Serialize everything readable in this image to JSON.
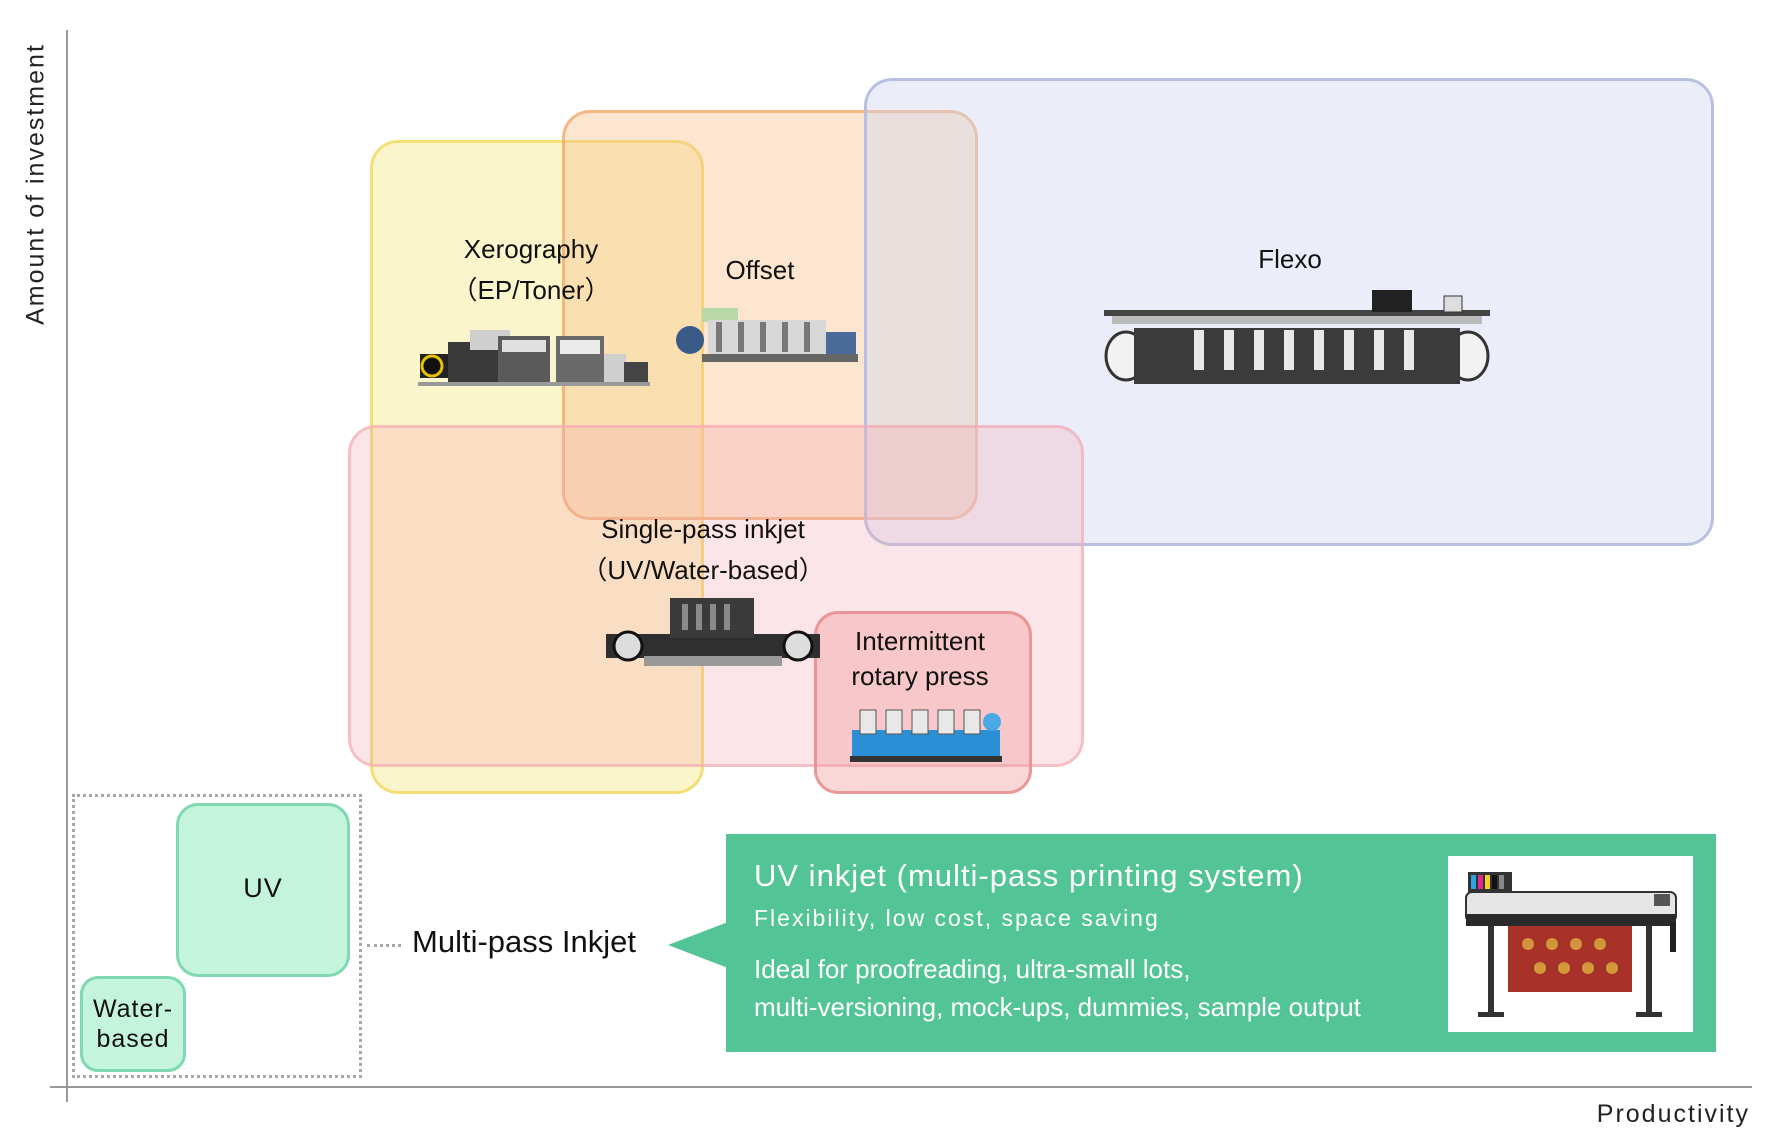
{
  "axes": {
    "y_label": "Amount of investment",
    "x_label": "Productivity"
  },
  "regions": {
    "xerography": {
      "title": "Xerography",
      "subtitle": "（EP/Toner）",
      "color": "#f4dd6e",
      "machine_icon": "digital-press-icon"
    },
    "offset": {
      "title": "Offset",
      "color": "#f0aa6e",
      "machine_icon": "offset-press-icon"
    },
    "flexo": {
      "title": "Flexo",
      "color": "#b4bee1",
      "machine_icon": "flexo-press-icon"
    },
    "single_pass": {
      "title": "Single-pass inkjet",
      "subtitle": "（UV/Water-based）",
      "color": "#f2aab4",
      "machine_icon": "single-pass-inkjet-icon"
    },
    "intermittent": {
      "title_line1": "Intermittent",
      "title_line2": "rotary press",
      "color": "#e88c8c",
      "machine_icon": "rotary-press-icon"
    }
  },
  "multipass": {
    "uv": "UV",
    "water_line1": "Water-",
    "water_line2": "based",
    "label": "Multi-pass Inkjet",
    "color": "#7ed9b0"
  },
  "callout": {
    "title": "UV inkjet (multi-pass printing system)",
    "subtitle": "Flexibility, low cost, space saving",
    "desc_line1": "Ideal for proofreading, ultra-small lots,",
    "desc_line2": "multi-versioning, mock-ups, dummies, sample output",
    "panel_color": "#52c495",
    "photo_icon": "wide-format-printer-icon"
  }
}
